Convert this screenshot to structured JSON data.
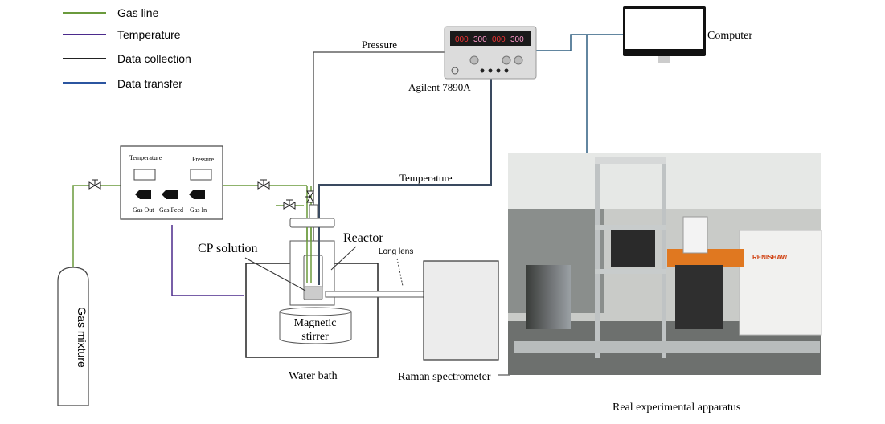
{
  "legend": [
    {
      "label": "Gas line",
      "color": "#6a9a3c"
    },
    {
      "label": "Temperature",
      "color": "#4b2a8c"
    },
    {
      "label": "Data collection",
      "color": "#222222"
    },
    {
      "label": "Data transfer",
      "color": "#2b55a0"
    }
  ],
  "labels": {
    "pressure": "Pressure",
    "agilent": "Agilent 7890A",
    "computer": "Computer",
    "temperature_line": "Temperature",
    "cp_solution": "CP solution",
    "reactor": "Reactor",
    "long_lens": "Long lens",
    "magnetic": "Magnetic",
    "stirrer": "stirrer",
    "water_bath": "Water bath",
    "raman": "Raman spectrometer",
    "gas_mixture": "Gas mixture",
    "real_apparatus": "Real experimental apparatus"
  },
  "control_box": {
    "temperature": "Temperature",
    "pressure": "Pressure",
    "gas_out": "Gas Out",
    "gas_feed": "Gas Feed",
    "gas_in": "Gas In"
  },
  "device_display": [
    "000",
    "300",
    "000",
    "300"
  ],
  "photo_brand": "RENISHAW",
  "colors": {
    "gas": "#6a9a3c",
    "temp": "#4b2a8c",
    "data": "#333333",
    "transfer": "#2f5f80"
  }
}
